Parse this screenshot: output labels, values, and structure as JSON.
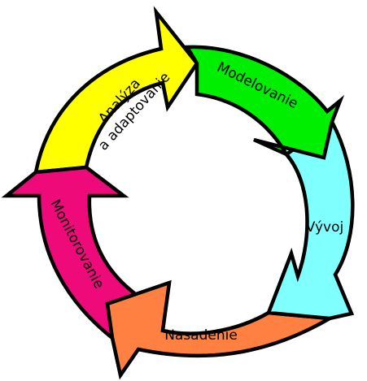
{
  "stages": [
    {
      "id": "analyza",
      "lines": [
        "Analýza",
        "a adaptovanie"
      ],
      "color": "#ffff00"
    },
    {
      "id": "modelovanie",
      "lines": [
        "Modelovanie"
      ],
      "color": "#00ee00"
    },
    {
      "id": "vyvoj",
      "lines": [
        "Vývoj"
      ],
      "color": "#80ffff"
    },
    {
      "id": "nasadenie",
      "lines": [
        "Nasadenie"
      ],
      "color": "#ff8040"
    },
    {
      "id": "monitorovanie",
      "lines": [
        "Monitorovanie"
      ],
      "color": "#ee0a78"
    }
  ]
}
